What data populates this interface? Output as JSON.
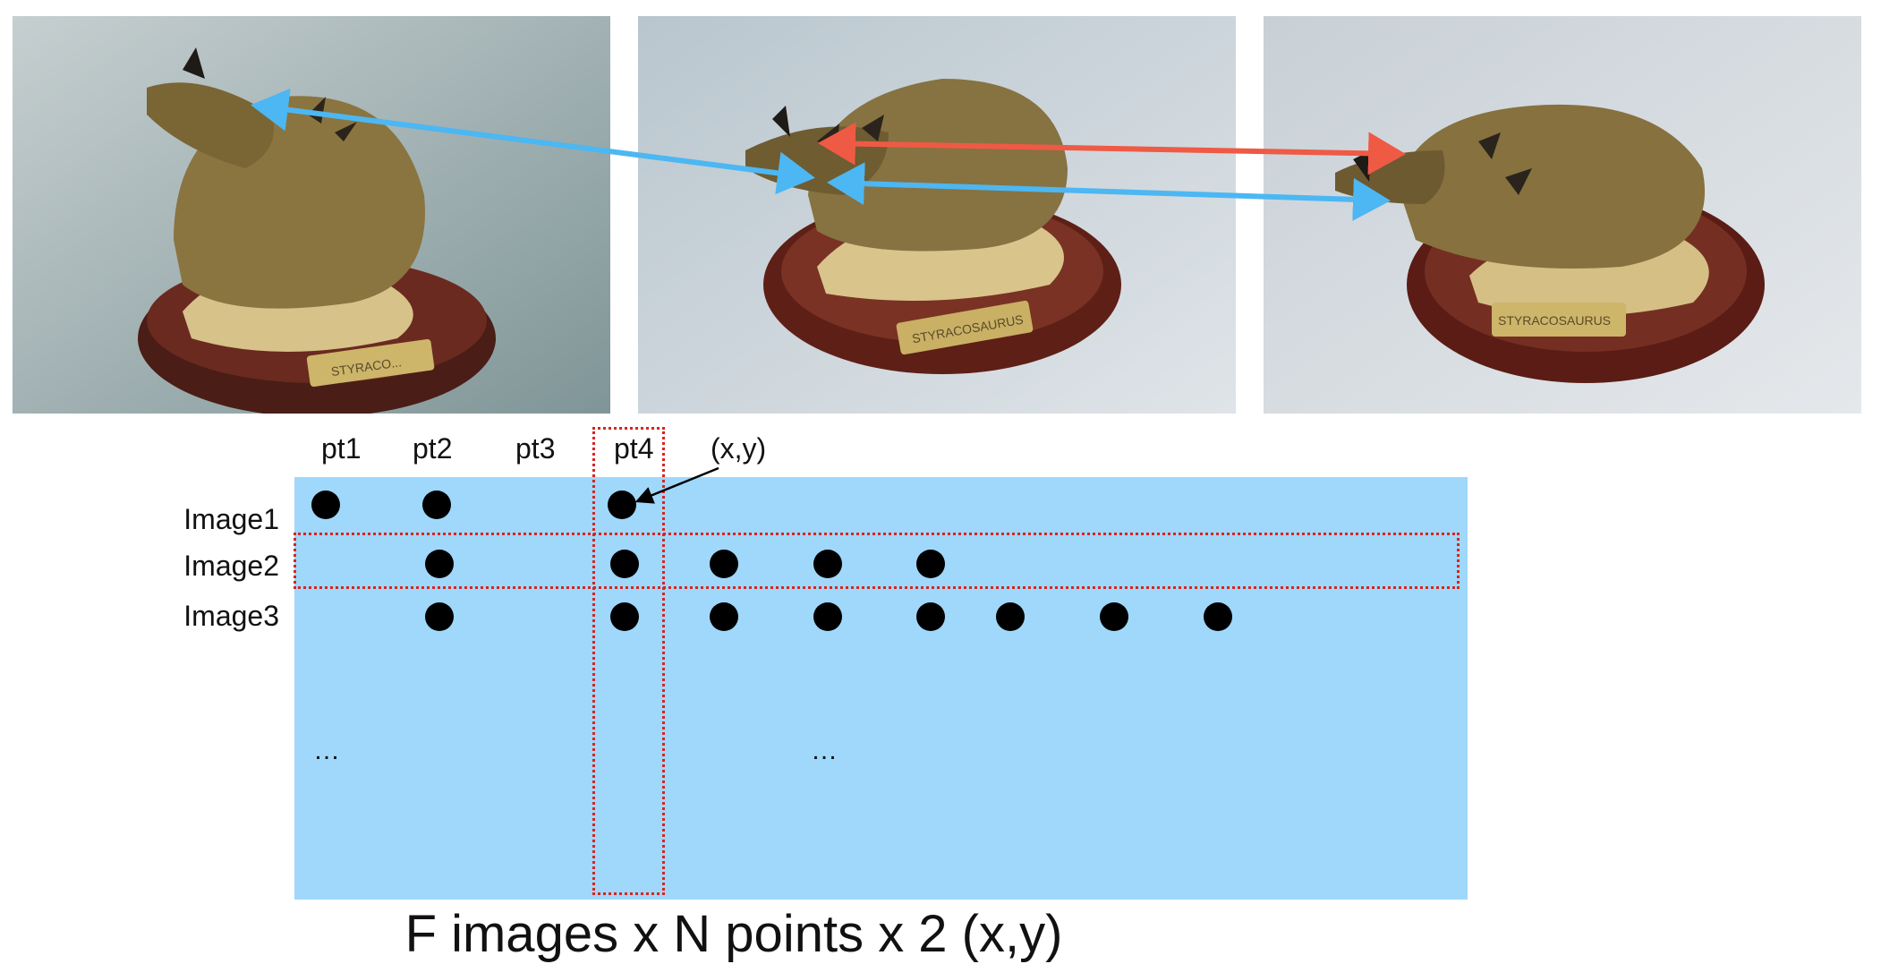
{
  "columns": [
    "pt1",
    "pt2",
    "pt3",
    "pt4"
  ],
  "coordinate_label": "(x,y)",
  "rows": [
    "Image1",
    "Image2",
    "Image3"
  ],
  "ellipsis": [
    "…",
    "…"
  ],
  "caption": "F images x N points x 2 (x,y)",
  "photos": {
    "plaque_1": "STYRACO...",
    "plaque_2": "STYRACOSAURUS",
    "plaque_3": "STYRACOSAURUS"
  },
  "colors": {
    "matrix_fill": "#9fd8fb",
    "highlight": "#d9241e",
    "match_arrow_blue": "#4cb7f2",
    "match_arrow_red": "#ef5a45",
    "dot": "#000000"
  },
  "observations": {
    "Image1": [
      "pt1",
      "pt2",
      "pt4"
    ],
    "Image2": [
      "pt2",
      "pt4",
      "pt5",
      "pt6",
      "pt7"
    ],
    "Image3": [
      "pt2",
      "pt4",
      "pt5",
      "pt6",
      "pt7",
      "pt8",
      "pt9",
      "pt10"
    ]
  }
}
